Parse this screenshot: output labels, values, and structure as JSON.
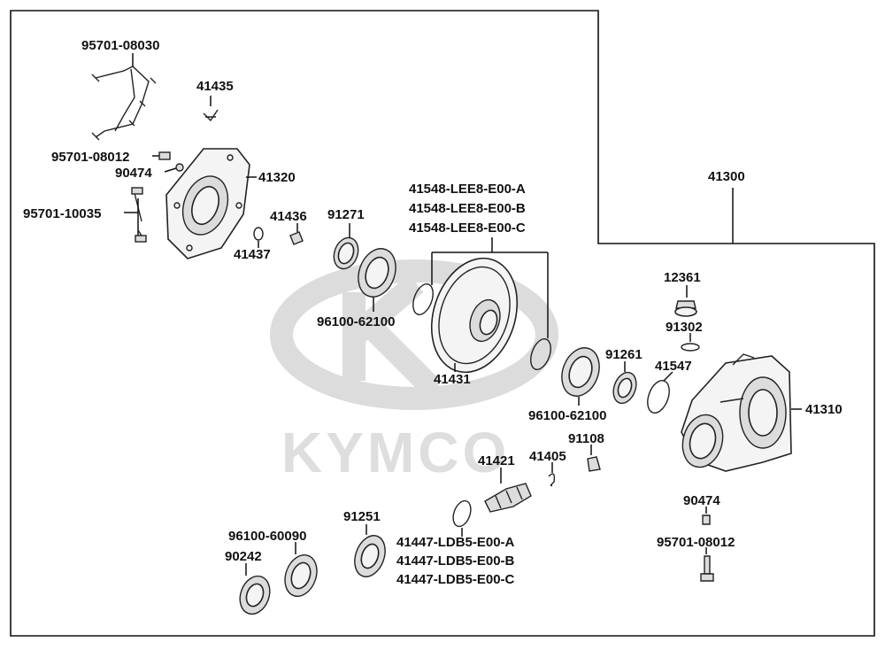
{
  "watermark": {
    "brand": "KYMCO"
  },
  "assembly": {
    "number": "41300"
  },
  "labels": {
    "p95701_08030": "95701-08030",
    "p41435": "41435",
    "p95701_08012_a": "95701-08012",
    "p90474_a": "90474",
    "p41320": "41320",
    "p95701_10035": "95701-10035",
    "p41436": "41436",
    "p41437": "41437",
    "p91271": "91271",
    "p96100_62100_a": "96100-62100",
    "p41548_a": "41548-LEE8-E00-A",
    "p41548_b": "41548-LEE8-E00-B",
    "p41548_c": "41548-LEE8-E00-C",
    "p41431": "41431",
    "p12361": "12361",
    "p91302": "91302",
    "p91261": "91261",
    "p41547": "41547",
    "p41310": "41310",
    "p96100_62100_b": "96100-62100",
    "p91108": "91108",
    "p41421": "41421",
    "p41405": "41405",
    "p90474_b": "90474",
    "p95701_08012_b": "95701-08012",
    "p91251": "91251",
    "p96100_60090": "96100-60090",
    "p90242": "90242",
    "p41447_a": "41447-LDB5-E00-A",
    "p41447_b": "41447-LDB5-E00-B",
    "p41447_c": "41447-LDB5-E00-C"
  }
}
